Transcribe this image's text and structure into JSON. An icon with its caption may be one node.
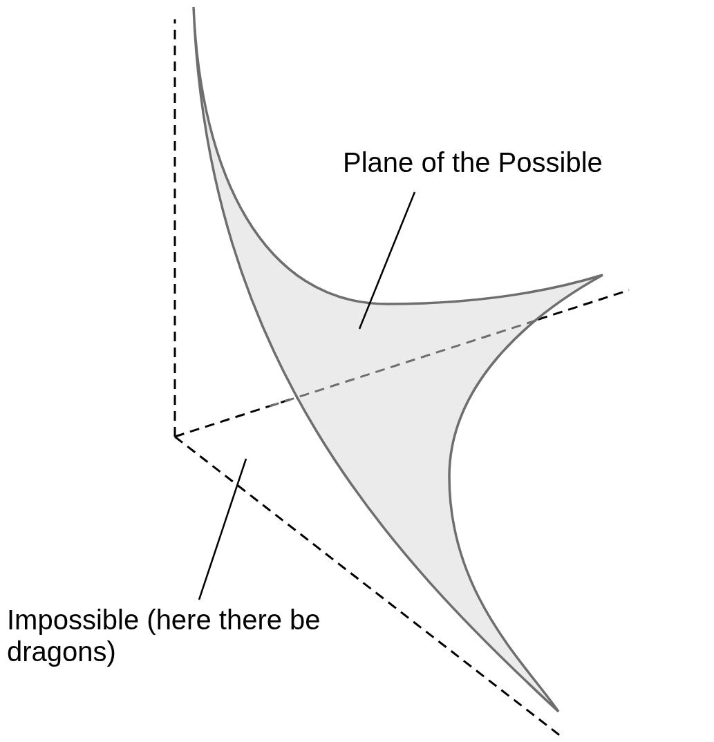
{
  "diagram": {
    "nodes": [
      {
        "text": [
          "Plane of the Possible"
        ]
      },
      {
        "text": [],
        "shape": "picture"
      },
      {
        "text": [
          "Impossible (here there be dragons)"
        ]
      }
    ],
    "edges": [
      {
        "from": 0,
        "to": 1,
        "arrow": "none"
      },
      {
        "from": 2,
        "to": null,
        "arrow": "none"
      }
    ]
  }
}
